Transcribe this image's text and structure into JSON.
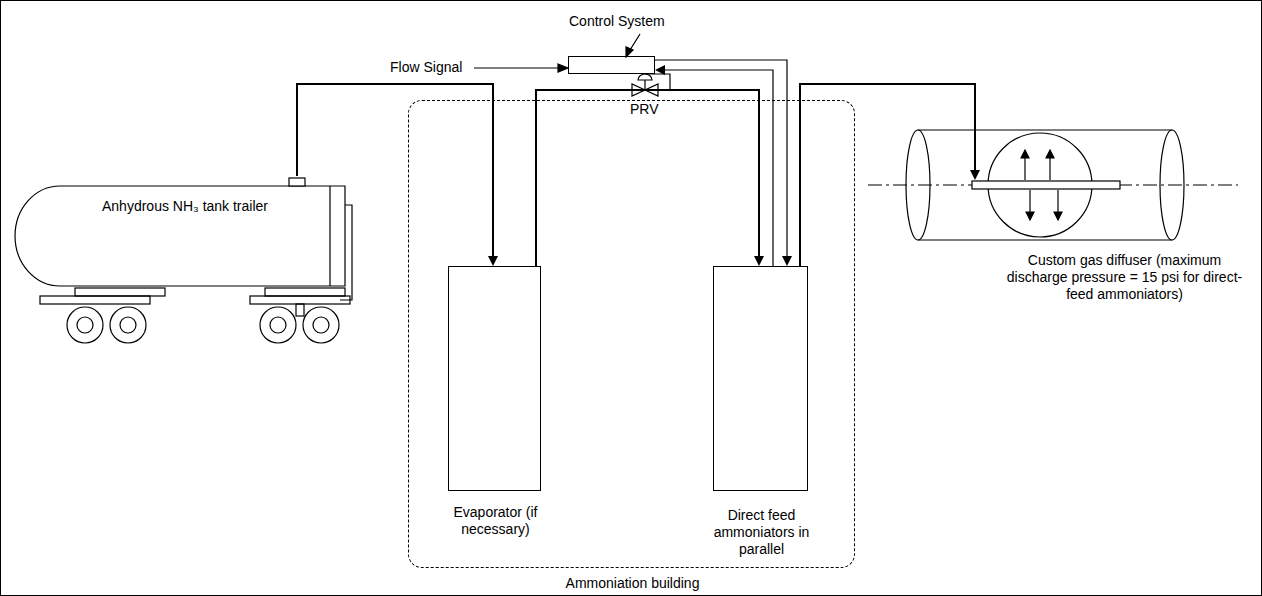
{
  "diagram": {
    "nodes": [
      {
        "text": [
          "Control System"
        ]
      },
      {
        "text": [
          "Ammoniation building"
        ]
      },
      {
        "text": [
          "Evaporator (if necessary)"
        ],
        "in": 1
      },
      {
        "text": [
          "Direct feed ammoniators in parallel"
        ],
        "in": 1
      },
      {
        "text": [
          "Anhydrous NH₃ tank trailer"
        ]
      },
      {
        "text": [
          "Custom gas diffuser (maximum discharge pressure = 15 psi for direct-feed ammoniators)"
        ]
      }
    ],
    "edges": [
      {
        "from": 4,
        "to": 2,
        "arrow": "to"
      },
      {
        "from": 2,
        "to": 3,
        "arrow": "to"
      },
      {
        "from": 3,
        "to": 5,
        "arrow": "to"
      },
      {
        "from": 0,
        "to": 3,
        "arrow": "to"
      },
      {
        "from": 3,
        "to": 0,
        "arrow": "to"
      }
    ],
    "labels": [
      "Flow Signal",
      "PRV"
    ]
  }
}
